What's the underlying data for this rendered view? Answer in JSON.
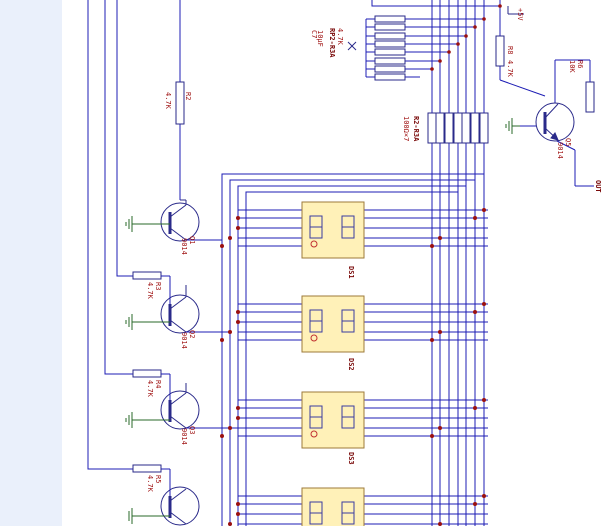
{
  "colors": {
    "background": "#ffffff",
    "left_band": "#eaf0fb",
    "wire": "#1c1cb4",
    "component": "#2a2a8a",
    "label": "#a01414",
    "junction": "#9a1010",
    "display_fill": "#fff1b8",
    "display_border": "#9c7a3a",
    "ground": "#2a6a2a"
  },
  "labels": {
    "r8": "R8",
    "r8_val": "4.7K",
    "rp_main": "RP2-R3A",
    "rp_main_val": "4.7K",
    "c_main": "C7",
    "c_main_val": "10μF",
    "rp_bank": "R2-R3A",
    "rp_bank_val": "100Ω×7",
    "r6": "R6",
    "r6_val": "10K",
    "q_main": "Q5",
    "q_main_val": "9014",
    "out": "OUT",
    "vcc": "+5V",
    "r2": "R2",
    "r2_val": "4.7K",
    "r3": "R3",
    "r3_val": "4.7K",
    "r4": "R4",
    "r4_val": "4.7K",
    "r5": "R5",
    "r5_val": "4.7K",
    "q1": "Q1",
    "q1_val": "9014",
    "q2": "Q2",
    "q2_val": "9014",
    "q3": "Q3",
    "q3_val": "9014",
    "disp1": "DS1",
    "disp2": "DS2",
    "disp3": "DS3"
  }
}
